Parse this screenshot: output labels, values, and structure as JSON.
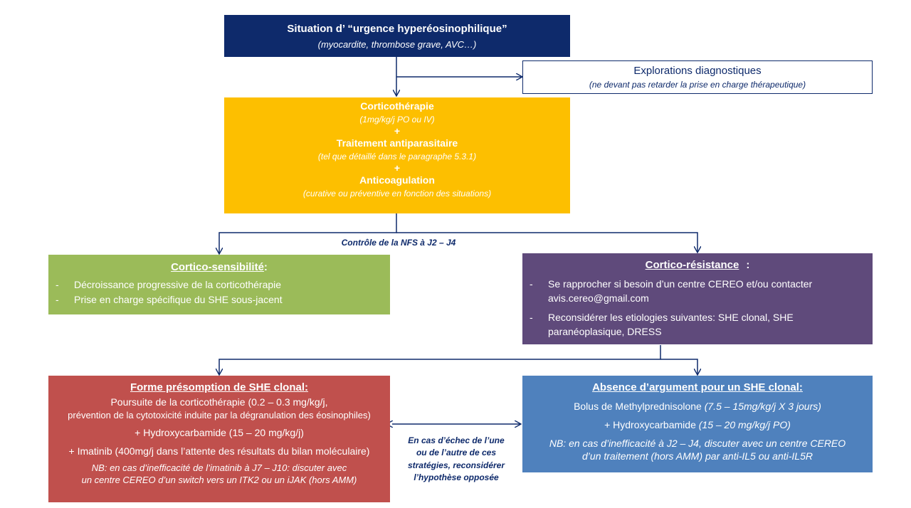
{
  "emergency": {
    "title": "Situation d’ “urgence hyperéosinophilique”",
    "subtitle": "(myocardite, thrombose grave, AVC…)"
  },
  "explorations": {
    "title": "Explorations diagnostiques",
    "subtitle": "(ne devant pas retarder la prise en charge thérapeutique)"
  },
  "treatment": {
    "cortico_title": "Corticothérapie",
    "cortico_sub": "(1mg/kg/j PO ou IV)",
    "plus1": "+",
    "antipara_title": "Traitement antiparasitaire",
    "antipara_sub": "(tel que détaillé dans le paragraphe 5.3.1)",
    "plus2": "+",
    "anticoag_title": "Anticoagulation",
    "anticoag_sub": "(curative ou préventive en fonction des situations)"
  },
  "control_label": "Contrôle de la NFS à J2 – J4",
  "sensitivity": {
    "title": "Cortico-sensibilité",
    "colon": ":",
    "items": [
      {
        "dash": "-",
        "text": "Décroissance progressive de la corticothérapie"
      },
      {
        "dash": "-",
        "text": "Prise en charge spécifique du SHE sous-jacent"
      }
    ]
  },
  "resistance": {
    "title": "Cortico-résistance",
    "colon": ":",
    "items": [
      {
        "dash": "-",
        "text": "Se rapprocher si besoin d’un centre CEREO et/ou contacter avis.cereo@gmail.com"
      },
      {
        "dash": "-",
        "text": "Reconsidérer les etiologies suivantes: SHE clonal, SHE paranéoplasique, DRESS"
      }
    ]
  },
  "clonal": {
    "title": "Forme présomption de SHE clonal:",
    "line1": "Poursuite de la corticothérapie (0.2 –  0.3 mg/kg/j,",
    "line2": "prévention  de la cytotoxicité induite par la dégranulation des éosinophiles)",
    "line3": "+ Hydroxycarbamide (15 – 20 mg/kg/j)",
    "line4": "+ Imatinib (400mg/j dans l’attente des résultats du bilan moléculaire)",
    "nb1": "NB: en cas d’inefficacité de l’imatinib à J7 – J10: discuter avec",
    "nb2": "un centre CEREO d’un switch vers un ITK2 ou un iJAK (hors AMM)"
  },
  "non_clonal": {
    "title": "Absence d’argument pour un SHE clonal:",
    "line1_a": "Bolus de Methylprednisolone ",
    "line1_b": "(7.5 – 15mg/kg/j X 3 jours)",
    "line2_a": "+ Hydroxycarbamide ",
    "line2_b": "(15 – 20 mg/kg/j PO)",
    "nb1": "NB: en cas d’inefficacité à J2 – J4, discuter avec un centre CEREO",
    "nb2": "d’un traitement (hors AMM) par anti-IL5 ou anti-IL5R"
  },
  "middle_note": {
    "l1": "En cas d’échec de l’une",
    "l2": "ou de l’autre de ces",
    "l3": "stratégies, reconsidérer",
    "l4": "l’hypothèse opposée"
  },
  "colors": {
    "navy": "#0e2a6b",
    "yellow": "#fdbf00",
    "green": "#9bbb59",
    "purple": "#5f4a7b",
    "red": "#c0504d",
    "blue": "#4f81bd"
  }
}
